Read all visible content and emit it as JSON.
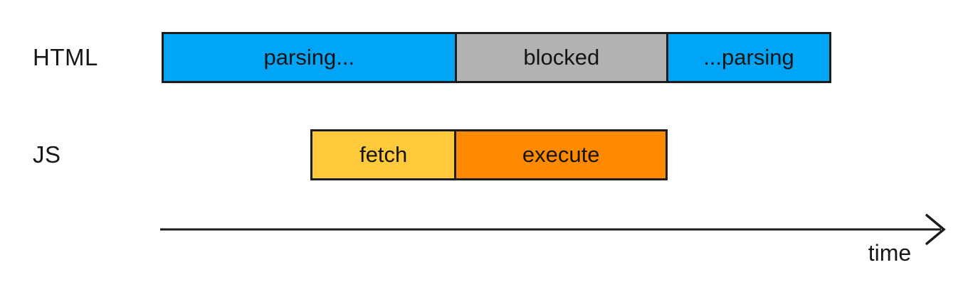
{
  "diagram": {
    "rows": [
      {
        "label": "HTML",
        "segments": [
          {
            "label": "parsing...",
            "color": "#00A5F6",
            "start_pct": 0.2,
            "end_pct": 37.4
          },
          {
            "label": "blocked",
            "color": "#B2B2B2",
            "start_pct": 37.4,
            "end_pct": 64.5
          },
          {
            "label": "...parsing",
            "color": "#00A5F6",
            "start_pct": 64.5,
            "end_pct": 85.5
          }
        ]
      },
      {
        "label": "JS",
        "segments": [
          {
            "label": "fetch",
            "color": "#FFC93C",
            "start_pct": 19.1,
            "end_pct": 37.4
          },
          {
            "label": "execute",
            "color": "#FF8A00",
            "start_pct": 37.4,
            "end_pct": 64.6
          }
        ]
      }
    ],
    "axis": {
      "label": "time"
    },
    "colors": {
      "background": "#FFFFFF",
      "border": "#1C1C1E",
      "text": "#17171A"
    }
  }
}
